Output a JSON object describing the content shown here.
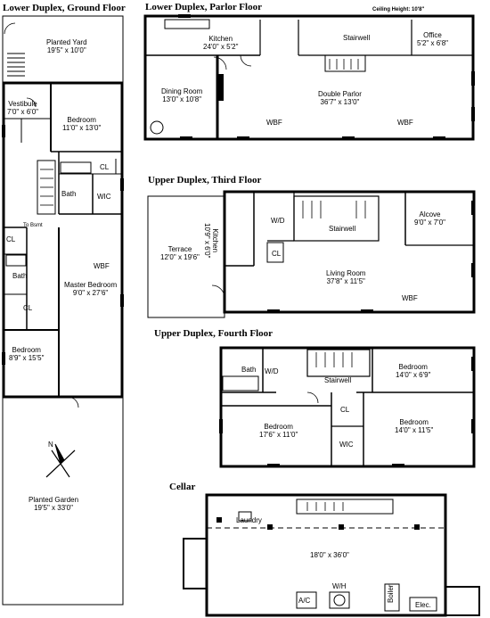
{
  "sections": {
    "ground": "Lower Duplex, Ground Floor",
    "parlor": "Lower Duplex, Parlor Floor",
    "third": "Upper Duplex, Third Floor",
    "fourth": "Upper Duplex, Fourth Floor",
    "cellar": "Cellar"
  },
  "ceiling_height": "Ceiling Height: 10'8\"",
  "ground_floor": {
    "planted_yard": {
      "name": "Planted Yard",
      "dims": "19'5\" x 10'0\""
    },
    "vestibule": {
      "name": "Vestibule",
      "dims": "7'0\" x 6'0\""
    },
    "bedroom_1": {
      "name": "Bedroom",
      "dims": "11'0\" x 13'0\""
    },
    "cl_1": "CL",
    "bath_1": "Bath",
    "wic": "WIC",
    "to_bsmt": "To Bsmt",
    "cl_2": "CL",
    "bath_2": "Bath",
    "wbf": "WBF",
    "master": {
      "name": "Master Bedroom",
      "dims": "9'0\" x 27'6\""
    },
    "cl_3": "CL",
    "bedroom_2": {
      "name": "Bedroom",
      "dims": "8'9\" x 15'5\""
    },
    "compass": "N",
    "garden": {
      "name": "Planted Garden",
      "dims": "19'5\" x 33'0\""
    }
  },
  "parlor_floor": {
    "kitchen": {
      "name": "Kitchen",
      "dims": "24'0\" x 5'2\""
    },
    "stairwell": "Stairwell",
    "office": {
      "name": "Office",
      "dims": "5'2\" x 6'8\""
    },
    "dining": {
      "name": "Dining Room",
      "dims": "13'0\" x 10'8\""
    },
    "double_parlor": {
      "name": "Double Parlor",
      "dims": "36'7\" x 13'0\""
    },
    "wbf_1": "WBF",
    "wbf_2": "WBF"
  },
  "third_floor": {
    "terrace": {
      "name": "Terrace",
      "dims": "12'0\" x 19'6\""
    },
    "kitchen": {
      "name": "Kitchen",
      "dims": "10'9\" x 6'0\""
    },
    "wd": "W/D",
    "cl": "CL",
    "stairwell": "Stairwell",
    "alcove": {
      "name": "Alcove",
      "dims": "9'0\" x 7'0\""
    },
    "living": {
      "name": "Living Room",
      "dims": "37'8\" x 11'5\""
    },
    "wbf": "WBF"
  },
  "fourth_floor": {
    "bath": "Bath",
    "wd": "W/D",
    "stairwell": "Stairwell",
    "bedroom_1": {
      "name": "Bedroom",
      "dims": "14'0\" x 6'9\""
    },
    "cl": "CL",
    "bedroom_2": {
      "name": "Bedroom",
      "dims": "17'6\" x 11'0\""
    },
    "wic": "WIC",
    "bedroom_3": {
      "name": "Bedroom",
      "dims": "14'0\" x 11'5\""
    }
  },
  "cellar": {
    "laundry": "Laundry",
    "dims": "18'0\" x 36'0\"",
    "wh": "W/H",
    "ac": "A/C",
    "boiler": "Boiler",
    "elec": "Elec."
  }
}
